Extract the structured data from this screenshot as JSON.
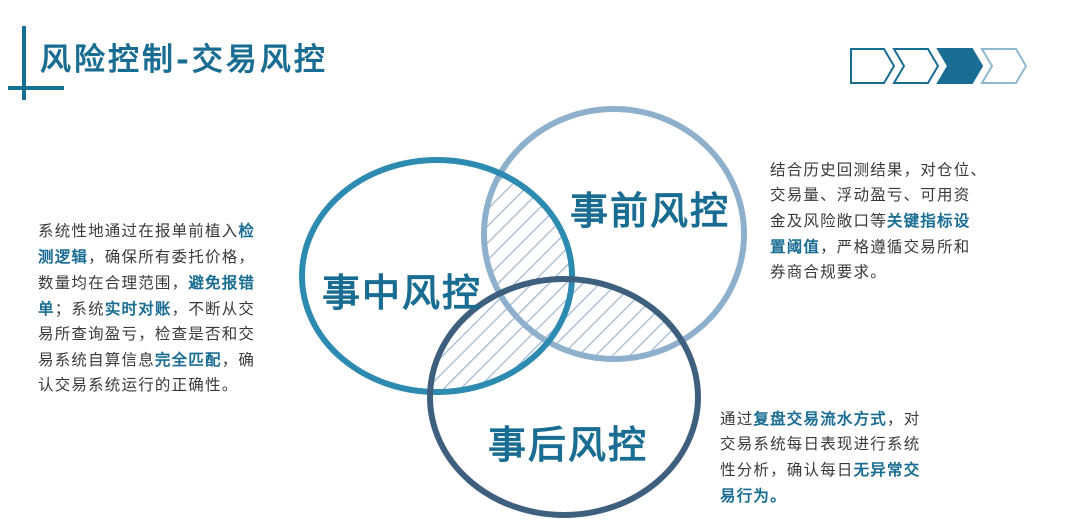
{
  "header": {
    "title": "风险控制-交易风控"
  },
  "progress": {
    "total_steps": 4,
    "active_step": 3,
    "color": "#1a6d92"
  },
  "circles": {
    "pre": {
      "label": "事前风控",
      "color": "#8fb0cc"
    },
    "mid": {
      "label": "事中风控",
      "color": "#2d8ab0"
    },
    "post": {
      "label": "事后风控",
      "color": "#3f5f7e"
    }
  },
  "descriptions": {
    "left": [
      [
        {
          "t": "系统性地通过在报单前植入"
        },
        {
          "t": "检",
          "hl": true
        }
      ],
      [
        {
          "t": "测逻辑",
          "hl": true
        },
        {
          "t": "，确保所有委托价格，"
        }
      ],
      [
        {
          "t": "数量均在合理范围，"
        },
        {
          "t": "避免报错",
          "hl": true
        }
      ],
      [
        {
          "t": "单",
          "hl": true
        },
        {
          "t": "；系统"
        },
        {
          "t": "实时对账",
          "hl": true
        },
        {
          "t": "，不断从交"
        }
      ],
      [
        {
          "t": "易所查询盈亏，检查是否和交"
        }
      ],
      [
        {
          "t": "易系统自算信息"
        },
        {
          "t": "完全匹配",
          "hl": true
        },
        {
          "t": "，确"
        }
      ],
      [
        {
          "t": "认交易系统运行的正确性。"
        }
      ]
    ],
    "right_top": [
      [
        {
          "t": "结合历史回测结果，对仓位、"
        }
      ],
      [
        {
          "t": "交易量、浮动盈亏、可用资"
        }
      ],
      [
        {
          "t": "金及风险敞口等"
        },
        {
          "t": "关键指标设",
          "hl": true
        }
      ],
      [
        {
          "t": "置阈值",
          "hl": true
        },
        {
          "t": "，严格遵循交易所和"
        }
      ],
      [
        {
          "t": "券商合规要求。"
        }
      ]
    ],
    "right_bottom": [
      [
        {
          "t": "通过"
        },
        {
          "t": "复盘交易流水方式",
          "hl": true
        },
        {
          "t": "，对"
        }
      ],
      [
        {
          "t": "交易系统每日表现进行系统"
        }
      ],
      [
        {
          "t": "性分析，确认每日"
        },
        {
          "t": "无异常交",
          "hl": true
        }
      ],
      [
        {
          "t": "易行为。",
          "hl": true
        }
      ]
    ]
  }
}
